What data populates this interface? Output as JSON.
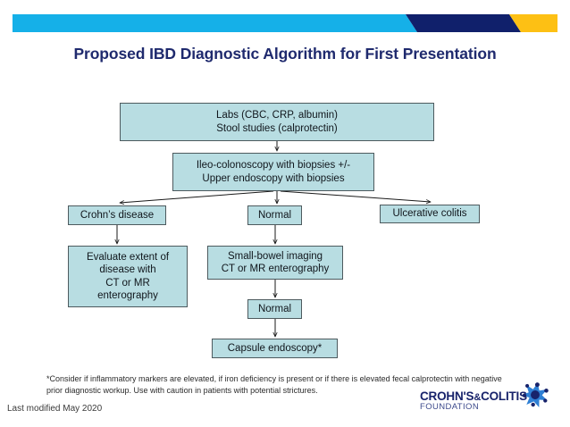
{
  "slide": {
    "title": "Proposed IBD Diagnostic Algorithm for First Presentation",
    "last_modified": "Last modified May 2020",
    "footnote": "*Consider if inflammatory markers are elevated, if iron deficiency is present or if there is elevated fecal calprotectin with negative prior diagnostic workup. Use with caution in patients with potential strictures."
  },
  "banner": {
    "cyan": "#15b0e8",
    "navy": "#10206b",
    "yellow": "#fdc014"
  },
  "colors": {
    "title_navy": "#1f2a6e",
    "node_fill": "#b8dde2",
    "node_border": "#4d5a5e",
    "connector": "#1a1a1a",
    "logo_navy": "#18236b",
    "logo_blue": "#2e7fd4"
  },
  "flowchart": {
    "type": "diagram",
    "nodes": [
      {
        "id": "labs",
        "label": "Labs (CBC, CRP, albumin)\nStool studies (calprotectin)"
      },
      {
        "id": "ileo",
        "label": "Ileo-colonoscopy with biopsies +/-\nUpper endoscopy with biopsies"
      },
      {
        "id": "crohns",
        "label": "Crohn’s disease"
      },
      {
        "id": "normal1",
        "label": "Normal"
      },
      {
        "id": "uc",
        "label": "Ulcerative colitis"
      },
      {
        "id": "evaluate",
        "label": "Evaluate extent of\ndisease with\nCT or MR\nenterography"
      },
      {
        "id": "sbi",
        "label": "Small-bowel imaging\nCT or MR enterography"
      },
      {
        "id": "normal2",
        "label": "Normal"
      },
      {
        "id": "capsule",
        "label": "Capsule endoscopy*"
      }
    ],
    "edges": [
      {
        "from": "labs",
        "to": "ileo"
      },
      {
        "from": "ileo",
        "to": "crohns"
      },
      {
        "from": "ileo",
        "to": "normal1"
      },
      {
        "from": "ileo",
        "to": "uc"
      },
      {
        "from": "crohns",
        "to": "evaluate"
      },
      {
        "from": "normal1",
        "to": "sbi"
      },
      {
        "from": "sbi",
        "to": "normal2"
      },
      {
        "from": "normal2",
        "to": "capsule"
      }
    ]
  },
  "logo": {
    "line1_a": "CROHN'S",
    "line1_amp": "&",
    "line1_b": "COLITIS",
    "line2": "FOUNDATION"
  }
}
